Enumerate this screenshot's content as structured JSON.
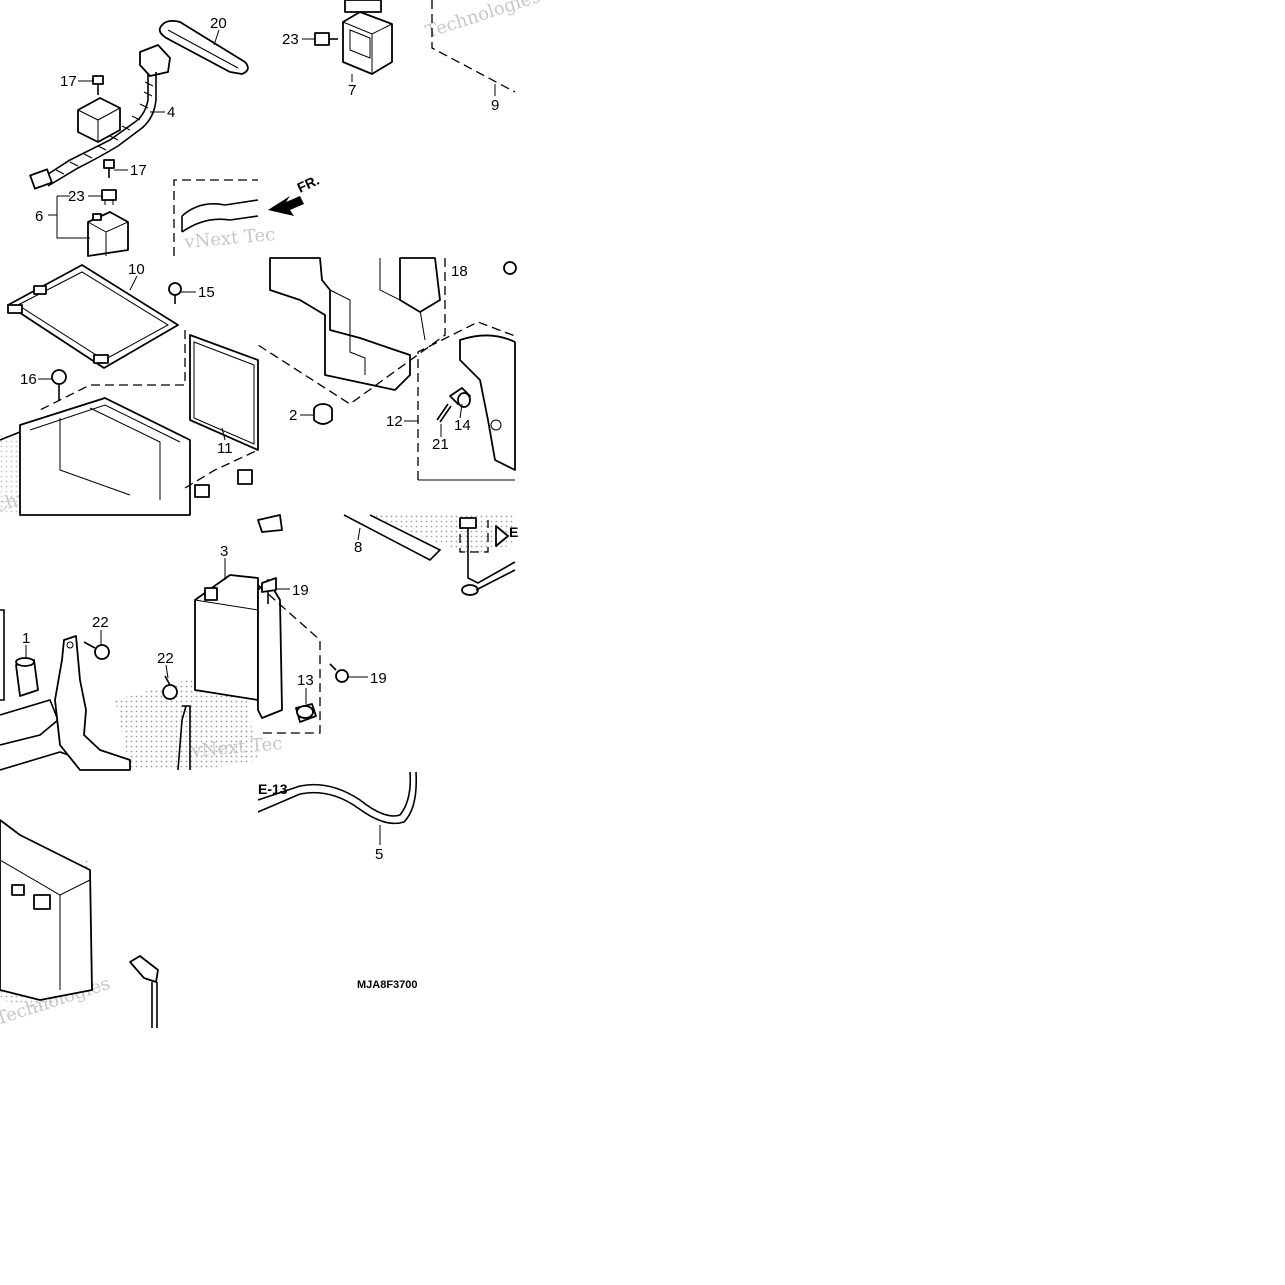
{
  "diagram": {
    "code": "MJA8F3700",
    "section_ref": "E-13",
    "direction_label": "FR.",
    "watermark_lines": [
      "Technologies",
      "vNext Tec",
      "vNext Tec",
      "chnologies",
      "Technologies"
    ],
    "callouts": [
      "20",
      "23",
      "7",
      "9",
      "17",
      "4",
      "17",
      "6",
      "23",
      "10",
      "15",
      "18",
      "16",
      "11",
      "2",
      "12",
      "14",
      "21",
      "8",
      "3",
      "19",
      "22",
      "1",
      "22",
      "19",
      "13",
      "5"
    ]
  }
}
